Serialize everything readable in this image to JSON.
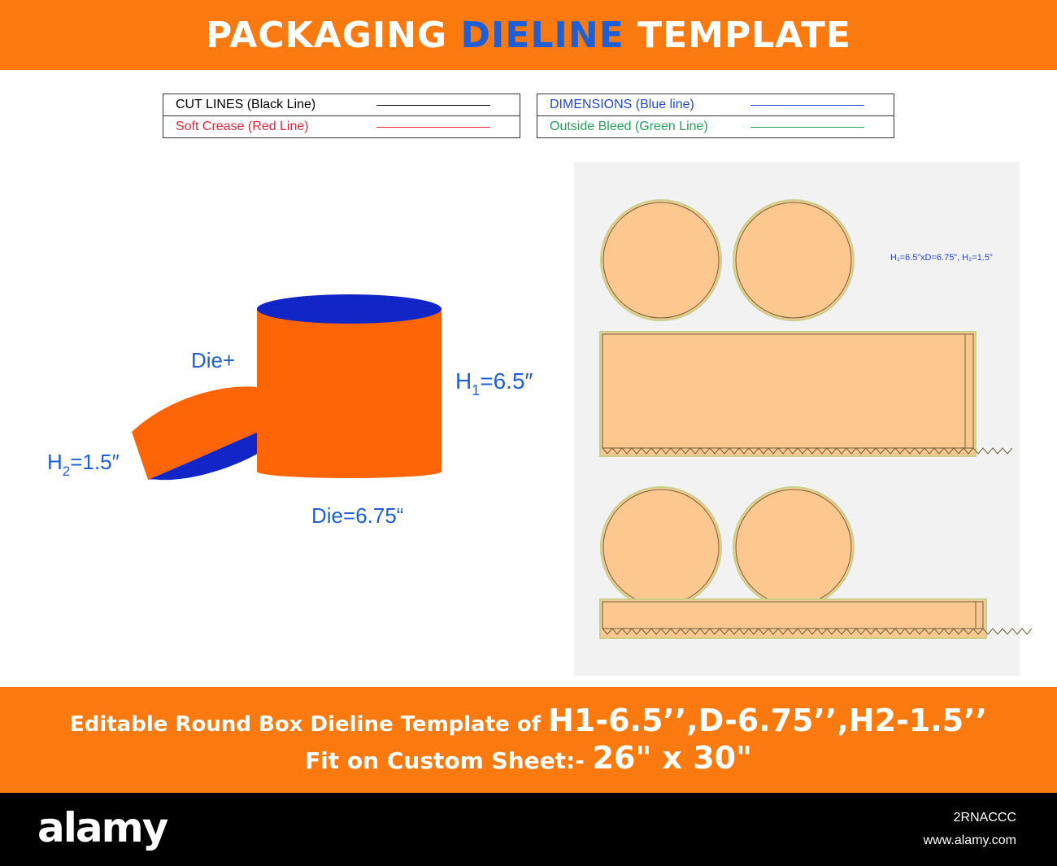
{
  "header": {
    "title_part1": "PACKAGING",
    "title_part2": "DIELINE",
    "title_part3": "TEMPLATE"
  },
  "legend_left": [
    {
      "label": "CUT LINES (Black Line)",
      "color": "#000000"
    },
    {
      "label": "Soft Crease (Red Line)",
      "color": "#e8253a"
    }
  ],
  "legend_right": [
    {
      "label": "DIMENSIONS (Blue line)",
      "color": "#2147d6"
    },
    {
      "label": "Outside Bleed (Green Line)",
      "color": "#22a35a"
    }
  ],
  "box3d": {
    "label_die_plus": "Die+",
    "label_h1": "H",
    "label_h1_sub": "1",
    "label_h1_val": "=6.5″",
    "label_h2": "H",
    "label_h2_sub": "2",
    "label_h2_val": "=1.5″",
    "label_die": "Die=6.75“",
    "body_color": "#fd6506",
    "inner_color": "#1226c7"
  },
  "dieline": {
    "dims_label": "H₁=6.5”xD=6.75”, H₂=1.5”",
    "panel_fill": "#fdc88f",
    "bleed_color": "#a8b860",
    "background": "#f2f2f2"
  },
  "footer_banner": {
    "line1_small": "Editable  Round Box Dieline Template of",
    "line1_big": "H1-6.5’’,D-6.75’’,H2-1.5’’",
    "line2_small": "Fit on Custom Sheet:-",
    "line2_big": "26\" x 30\""
  },
  "branding": {
    "logo": "alamy",
    "image_id": "2RNACCC",
    "url": "www.alamy.com"
  }
}
